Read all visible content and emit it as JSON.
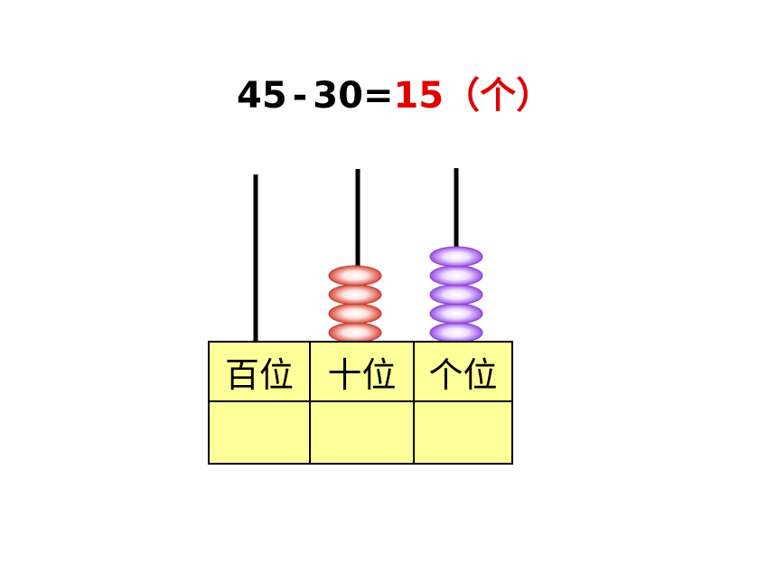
{
  "equation": {
    "minuend": "45",
    "minus": "-",
    "subtrahend": "30",
    "equals": "=",
    "result": "15",
    "unit": "（个）"
  },
  "abacus": {
    "rods": [
      {
        "place": "hundreds",
        "beads": 0
      },
      {
        "place": "tens",
        "beads": 4,
        "bead_color": "#e8786c"
      },
      {
        "place": "ones",
        "beads": 5,
        "bead_color": "#a866e8"
      }
    ]
  },
  "place_table": {
    "headers": [
      "百位",
      "十位",
      "个位"
    ],
    "values": [
      "",
      "",
      ""
    ]
  },
  "colors": {
    "answer": "#e00000",
    "table_background": "#ffff99"
  }
}
